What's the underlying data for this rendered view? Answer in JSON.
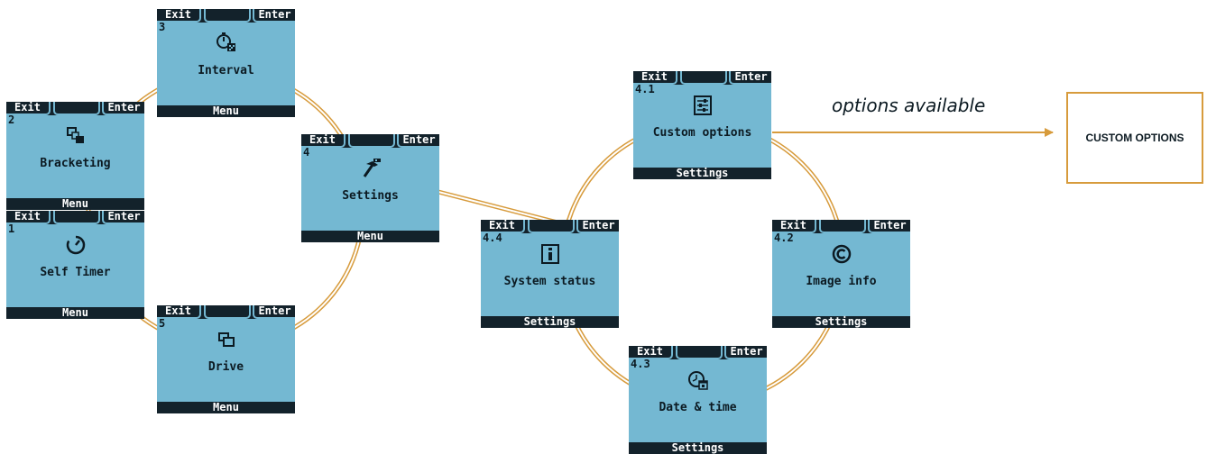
{
  "screen_labels": {
    "exit": "Exit",
    "enter": "Enter"
  },
  "screens": {
    "interval": {
      "num": "3",
      "title": "Interval",
      "footer": "Menu"
    },
    "bracketing": {
      "num": "2",
      "title": "Bracketing",
      "footer": "Menu"
    },
    "self_timer": {
      "num": "1",
      "title": "Self Timer",
      "footer": "Menu"
    },
    "drive": {
      "num": "5",
      "title": "Drive",
      "footer": "Menu"
    },
    "settings": {
      "num": "4",
      "title": "Settings",
      "footer": "Menu"
    },
    "custom_options": {
      "num": "4.1",
      "title": "Custom options",
      "footer": "Settings"
    },
    "system_status": {
      "num": "4.4",
      "title": "System status",
      "footer": "Settings"
    },
    "image_info": {
      "num": "4.2",
      "title": "Image info",
      "footer": "Settings"
    },
    "date_time": {
      "num": "4.3",
      "title": "Date & time",
      "footer": "Settings"
    }
  },
  "annotation": {
    "label": "options available"
  },
  "target_box": {
    "label": "CUSTOM OPTIONS"
  },
  "colors": {
    "screen_bg": "#74b8d2",
    "bar_bg": "#13222b",
    "link_color": "#d79b3c",
    "text": "#0c1a22"
  }
}
